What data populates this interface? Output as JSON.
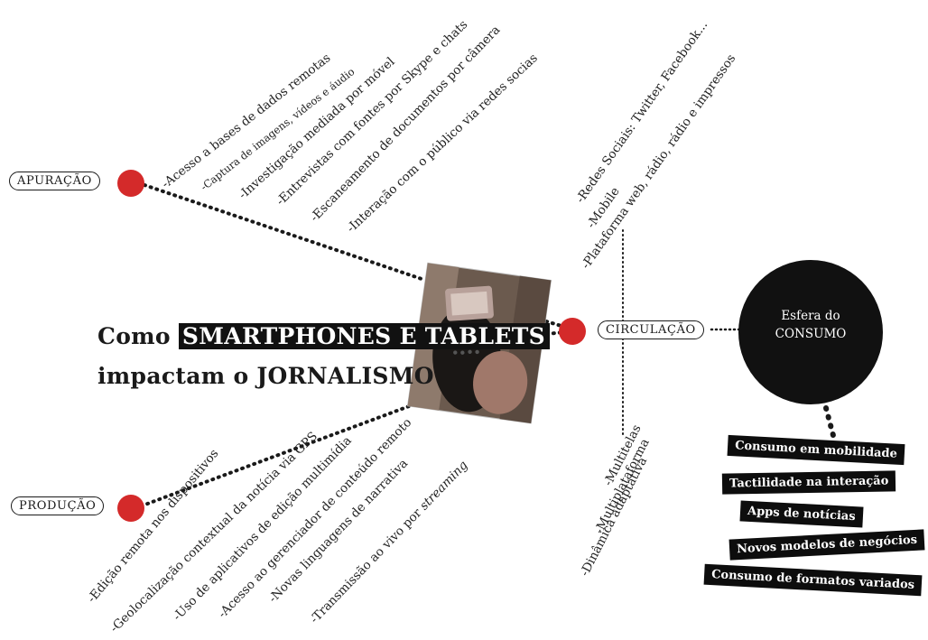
{
  "title": {
    "line1_prefix": "Como",
    "line1_highlight": "SMARTPHONES E TABLETS",
    "line2": "impactam o JORNALISMO"
  },
  "nodes": {
    "apuracao": "APURAÇÃO",
    "producao": "PRODUÇÃO",
    "circulacao": "CIRCULAÇÃO"
  },
  "apuracao_items": [
    "-Acesso a bases de dados remotas",
    "-Captura de imagens, vídeos e áudio",
    "-Investigação mediada por móvel",
    "-Entrevistas com fontes por Skype e chats",
    "-Escaneamento de documentos por câmera",
    "-Interação com o público via redes socias"
  ],
  "circulacao_items": [
    "-Redes Sociais: Twitter, Facebook...",
    "-Mobile",
    "-Plataforma web, rádio, rádio e impressos"
  ],
  "circulacao_lower_items": [
    "-Multitelas",
    "-Multiplataforma",
    "-Dinâmica adaptativa"
  ],
  "producao_items": [
    "-Edição remota nos dispositivos",
    "-Geolocalização contextual da notícia via GPS",
    "-Uso de aplicativos de edição multimídia",
    "-Acesso ao gerenciador de conteúdo remoto",
    "-Novas linguagens de narrativa",
    "-Transmissão ao vivo por",
    "streaming"
  ],
  "sphere": {
    "line1": "Esfera do",
    "line2": "CONSUMO"
  },
  "consumo_tags": [
    "Consumo em mobilidade",
    "Tactilidade na interação",
    "Apps de notícias",
    "Novos modelos de negócios",
    "Consumo de formatos variados"
  ],
  "colors": {
    "dot": "#d42a2a",
    "dark": "#111111",
    "text": "#1a1a1a"
  },
  "icons": {
    "center_image": "smartphone-photo-icon"
  }
}
